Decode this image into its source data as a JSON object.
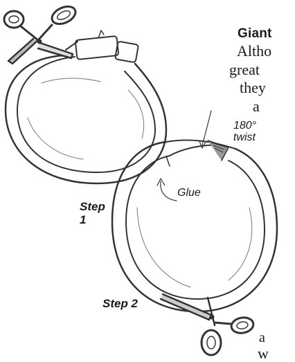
{
  "article": {
    "heading": "Giant",
    "body_lines": [
      "Altho",
      "great",
      "they",
      "a",
      "a",
      "w"
    ]
  },
  "annotations": {
    "twist_line1": "180°",
    "twist_line2": "twist",
    "glue": "Glue"
  },
  "steps": {
    "step1_line1": "Step",
    "step1_line2": "1",
    "step2": "Step 2"
  },
  "icons": [
    "scissors-icon",
    "scissors-icon",
    "paper-loop-band-icon",
    "twisted-paper-loop-icon"
  ]
}
